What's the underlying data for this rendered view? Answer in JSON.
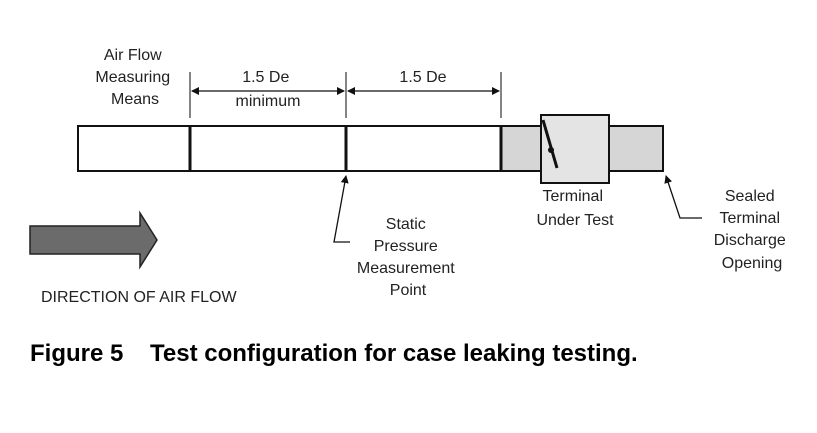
{
  "labels": {
    "air_flow_measuring": [
      "Air Flow",
      "Measuring",
      "Means"
    ],
    "dim_left": [
      "1.5 De",
      "minimum"
    ],
    "dim_right": [
      "1.5 De"
    ],
    "static_pressure": [
      "Static",
      "Pressure",
      "Measurement",
      "Point"
    ],
    "terminal": [
      "Terminal",
      "Under Test"
    ],
    "sealed": [
      "Sealed",
      "Terminal",
      "Discharge",
      "Opening"
    ],
    "direction": "DIRECTION OF AIR FLOW"
  },
  "caption": {
    "number": "Figure 5",
    "text": "Test configuration for case leaking testing."
  },
  "colors": {
    "duct_fill": "#ffffff",
    "terminal_section_fill": "#d6d6d6",
    "arrow_fill": "#6b6b6b",
    "line": "#111111"
  }
}
